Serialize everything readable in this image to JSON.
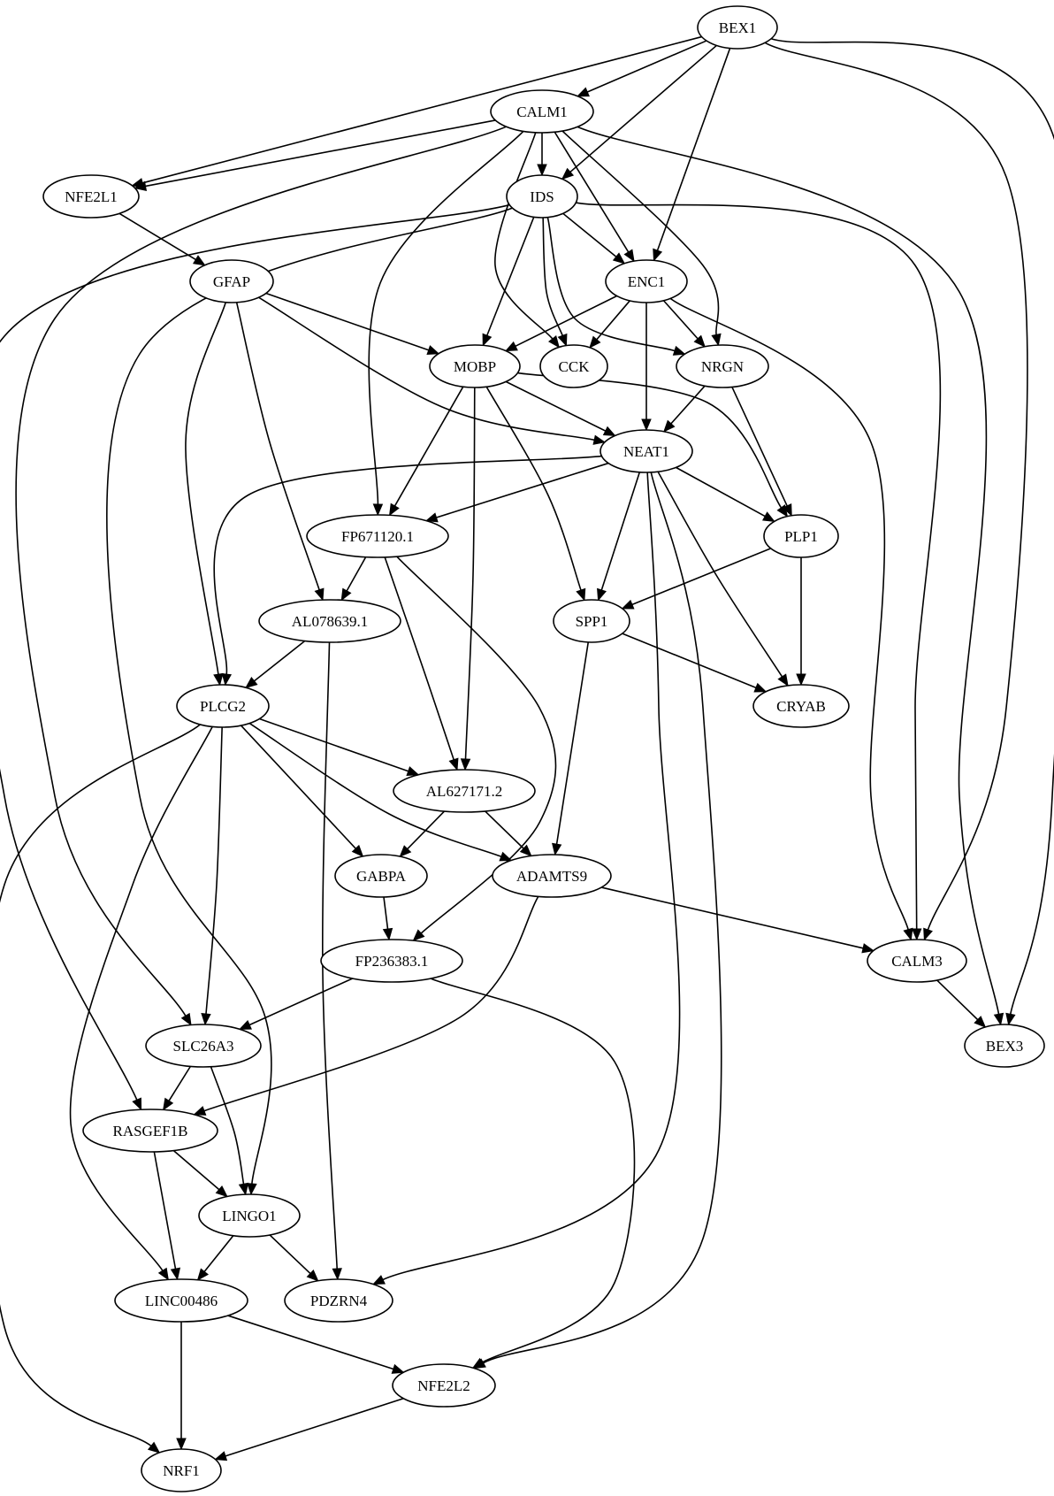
{
  "nodes": [
    {
      "id": "BEX1",
      "label": "BEX1"
    },
    {
      "id": "CALM1",
      "label": "CALM1"
    },
    {
      "id": "NFE2L1",
      "label": "NFE2L1"
    },
    {
      "id": "IDS",
      "label": "IDS"
    },
    {
      "id": "GFAP",
      "label": "GFAP"
    },
    {
      "id": "ENC1",
      "label": "ENC1"
    },
    {
      "id": "MOBP",
      "label": "MOBP"
    },
    {
      "id": "CCK",
      "label": "CCK"
    },
    {
      "id": "NRGN",
      "label": "NRGN"
    },
    {
      "id": "NEAT1",
      "label": "NEAT1"
    },
    {
      "id": "FP671120.1",
      "label": "FP671120.1"
    },
    {
      "id": "PLP1",
      "label": "PLP1"
    },
    {
      "id": "AL078639.1",
      "label": "AL078639.1"
    },
    {
      "id": "SPP1",
      "label": "SPP1"
    },
    {
      "id": "PLCG2",
      "label": "PLCG2"
    },
    {
      "id": "CRYAB",
      "label": "CRYAB"
    },
    {
      "id": "AL627171.2",
      "label": "AL627171.2"
    },
    {
      "id": "GABPA",
      "label": "GABPA"
    },
    {
      "id": "ADAMTS9",
      "label": "ADAMTS9"
    },
    {
      "id": "FP236383.1",
      "label": "FP236383.1"
    },
    {
      "id": "CALM3",
      "label": "CALM3"
    },
    {
      "id": "SLC26A3",
      "label": "SLC26A3"
    },
    {
      "id": "BEX3",
      "label": "BEX3"
    },
    {
      "id": "RASGEF1B",
      "label": "RASGEF1B"
    },
    {
      "id": "LINGO1",
      "label": "LINGO1"
    },
    {
      "id": "LINC00486",
      "label": "LINC00486"
    },
    {
      "id": "PDZRN4",
      "label": "PDZRN4"
    },
    {
      "id": "NFE2L2",
      "label": "NFE2L2"
    },
    {
      "id": "NRF1",
      "label": "NRF1"
    }
  ],
  "edges": [
    [
      "BEX1",
      "CALM1"
    ],
    [
      "BEX1",
      "NFE2L1"
    ],
    [
      "BEX1",
      "IDS"
    ],
    [
      "BEX1",
      "ENC1"
    ],
    [
      "BEX1",
      "CALM3"
    ],
    [
      "BEX1",
      "BEX3"
    ],
    [
      "CALM1",
      "NFE2L1"
    ],
    [
      "CALM1",
      "IDS"
    ],
    [
      "CALM1",
      "ENC1"
    ],
    [
      "CALM1",
      "CCK"
    ],
    [
      "CALM1",
      "NRGN"
    ],
    [
      "CALM1",
      "FP671120.1"
    ],
    [
      "CALM1",
      "SLC26A3"
    ],
    [
      "CALM1",
      "BEX3"
    ],
    [
      "NFE2L1",
      "GFAP"
    ],
    [
      "IDS",
      "ENC1"
    ],
    [
      "IDS",
      "MOBP"
    ],
    [
      "IDS",
      "CCK"
    ],
    [
      "IDS",
      "NRGN"
    ],
    [
      "IDS",
      "CALM3"
    ],
    [
      "IDS",
      "RASGEF1B"
    ],
    [
      "IDS",
      "LINGO1"
    ],
    [
      "GFAP",
      "MOBP"
    ],
    [
      "GFAP",
      "NEAT1"
    ],
    [
      "GFAP",
      "AL078639.1"
    ],
    [
      "GFAP",
      "PLCG2"
    ],
    [
      "ENC1",
      "MOBP"
    ],
    [
      "ENC1",
      "CCK"
    ],
    [
      "ENC1",
      "NRGN"
    ],
    [
      "ENC1",
      "NEAT1"
    ],
    [
      "ENC1",
      "CALM3"
    ],
    [
      "MOBP",
      "NEAT1"
    ],
    [
      "MOBP",
      "FP671120.1"
    ],
    [
      "MOBP",
      "PLP1"
    ],
    [
      "MOBP",
      "SPP1"
    ],
    [
      "MOBP",
      "AL627171.2"
    ],
    [
      "NRGN",
      "NEAT1"
    ],
    [
      "NRGN",
      "PLP1"
    ],
    [
      "NEAT1",
      "FP671120.1"
    ],
    [
      "NEAT1",
      "PLP1"
    ],
    [
      "NEAT1",
      "SPP1"
    ],
    [
      "NEAT1",
      "CRYAB"
    ],
    [
      "NEAT1",
      "PLCG2"
    ],
    [
      "NEAT1",
      "PDZRN4"
    ],
    [
      "NEAT1",
      "NFE2L2"
    ],
    [
      "FP671120.1",
      "AL078639.1"
    ],
    [
      "FP671120.1",
      "AL627171.2"
    ],
    [
      "FP671120.1",
      "FP236383.1"
    ],
    [
      "PLP1",
      "SPP1"
    ],
    [
      "PLP1",
      "CRYAB"
    ],
    [
      "AL078639.1",
      "PLCG2"
    ],
    [
      "AL078639.1",
      "PDZRN4"
    ],
    [
      "SPP1",
      "CRYAB"
    ],
    [
      "SPP1",
      "ADAMTS9"
    ],
    [
      "PLCG2",
      "AL627171.2"
    ],
    [
      "PLCG2",
      "GABPA"
    ],
    [
      "PLCG2",
      "ADAMTS9"
    ],
    [
      "PLCG2",
      "SLC26A3"
    ],
    [
      "PLCG2",
      "LINC00486"
    ],
    [
      "PLCG2",
      "NRF1"
    ],
    [
      "AL627171.2",
      "GABPA"
    ],
    [
      "AL627171.2",
      "ADAMTS9"
    ],
    [
      "GABPA",
      "FP236383.1"
    ],
    [
      "ADAMTS9",
      "CALM3"
    ],
    [
      "ADAMTS9",
      "RASGEF1B"
    ],
    [
      "FP236383.1",
      "SLC26A3"
    ],
    [
      "FP236383.1",
      "NFE2L2"
    ],
    [
      "CALM3",
      "BEX3"
    ],
    [
      "SLC26A3",
      "RASGEF1B"
    ],
    [
      "SLC26A3",
      "LINGO1"
    ],
    [
      "RASGEF1B",
      "LINGO1"
    ],
    [
      "RASGEF1B",
      "LINC00486"
    ],
    [
      "LINGO1",
      "LINC00486"
    ],
    [
      "LINGO1",
      "PDZRN4"
    ],
    [
      "LINC00486",
      "NFE2L2"
    ],
    [
      "LINC00486",
      "NRF1"
    ],
    [
      "NFE2L2",
      "NRF1"
    ]
  ]
}
